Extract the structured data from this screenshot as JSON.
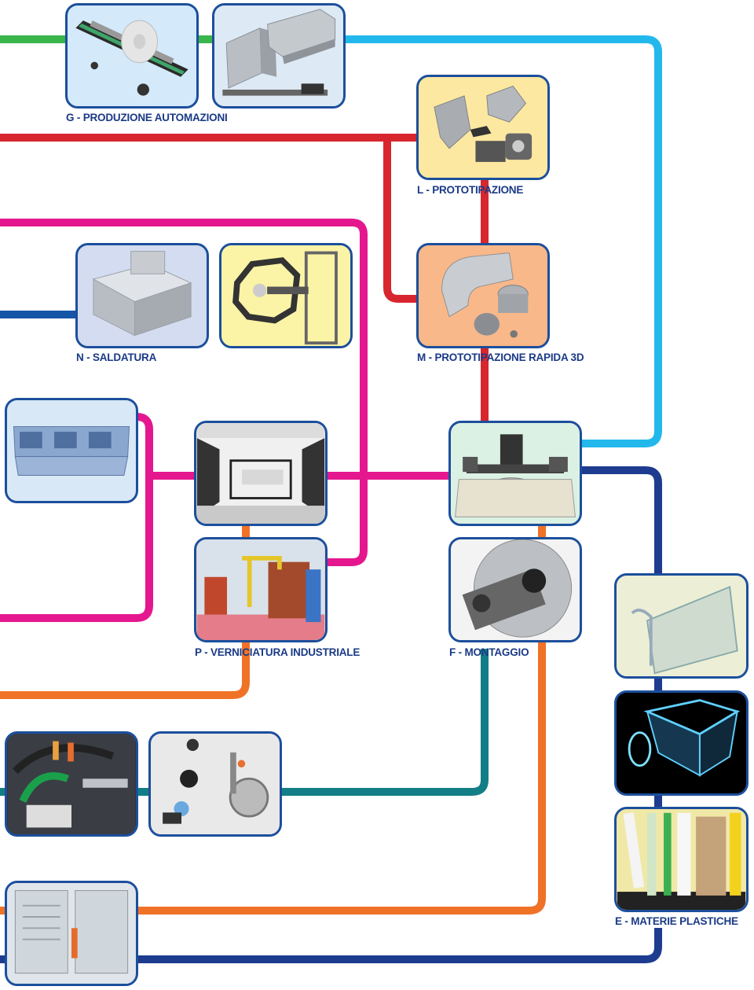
{
  "colors": {
    "green": "#39b54a",
    "red": "#d7262e",
    "magenta": "#e5178f",
    "blue": "#1656a8",
    "cyan": "#22b8ec",
    "orange": "#f07227",
    "teal": "#137e85",
    "navy": "#1d3c8f",
    "tile_border": "#1c4f9c",
    "label": "#1a3a86"
  },
  "labels": {
    "g": "G - PRODUZIONE AUTOMAZIONI",
    "l": "L - PROTOTIPAZIONE",
    "n": "N - SALDATURA",
    "m": "M - PROTOTIPAZIONE RAPIDA 3D",
    "p": "P - VERNICIATURA INDUSTRIALE",
    "f": "F - MONTAGGIO",
    "e": "E - MATERIE PLASTICHE"
  }
}
